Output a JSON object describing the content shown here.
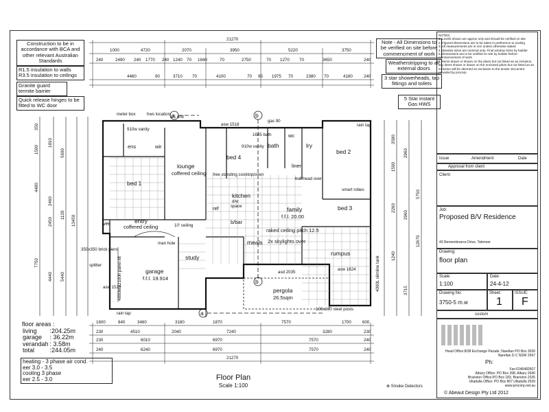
{
  "notes_left": {
    "construction": "Construction to be in accordance with BCA and other relevant Australian Standards",
    "insulation_walls": "R1.5 insulation to walls",
    "insulation_ceilings": "R3.5 insulation to ceilings",
    "termite": "Granite guard termite barrier",
    "hinges": "Quick release hinges to be fitted to WC door"
  },
  "notes_right": {
    "dimensions": "Note - All Dimensions to be verified on site before commencment of work",
    "weatherstrip": "Weatherstripping to all external doors",
    "showerheads": "3 star showerheads, tap fittings and toilets",
    "hws": "5 Star instant Gas HWS"
  },
  "notes_list": {
    "title": "NOTES:",
    "items": [
      "1. Levels shown are approx only and should be verified on site",
      "2. Figured dimensions are to be taken in preference to scaling",
      "3. All measurements are in mm unless otherwise stated",
      "4. Window sizes are nominal only. Final window sizes by builder",
      "5. Dimensions are to be verified on site by builder before commencement of work",
      "6. Items drawn or shown on the plans but not listed as an inclusion, any items shown or drawn on the enclosed plans but not listed as an inclusion will be deemed an exclusion to the tender document provided by procorp"
    ]
  },
  "dimensions": {
    "total_top": "21270",
    "row1": [
      "1000",
      "4720",
      "2070",
      "3950",
      "5220",
      "3750"
    ],
    "row2": [
      "240",
      "2490",
      "240",
      "1770",
      "240",
      "1240",
      "70",
      "1840",
      "70",
      "2750",
      "70",
      "1270",
      "70",
      "3650",
      "240"
    ],
    "row3": [
      "4460",
      "90",
      "3710",
      "70",
      "4100",
      "70",
      "95",
      "1975",
      "70",
      "2380",
      "70",
      "4180",
      "240"
    ],
    "bottom1": [
      "1600",
      "840",
      "3460",
      "3180",
      "1870",
      "7570",
      "1700",
      "600"
    ],
    "bottom2": [
      "230",
      "4510",
      "2040",
      "7240",
      "3280",
      "230"
    ],
    "bottom3": [
      "230",
      "6010",
      "6970",
      "7570",
      "240"
    ],
    "bottom4": [
      "240",
      "6240",
      "6970",
      "7570",
      "240"
    ],
    "total_bottom": "21270",
    "left": [
      "350",
      "1500",
      "1810",
      "5600",
      "4480",
      "2460",
      "1130",
      "2450",
      "5440",
      "7750",
      "4440",
      "13450"
    ],
    "right": [
      "3580",
      "2960",
      "1500",
      "5750",
      "12670",
      "2260",
      "2960",
      "1240",
      "3715"
    ]
  },
  "rooms": {
    "bed1": "bed 1",
    "lounge": "lounge",
    "lounge_sub": "coffered ceiling",
    "bed4": "bed 4",
    "bath": "bath",
    "wc": "wc",
    "lry": "lry",
    "bed2": "bed 2",
    "ens": "ens",
    "wir": "wir",
    "kitchen": "kitchen",
    "family": "family",
    "family_sub": "f.f.l. 20.00",
    "bed3": "bed 3",
    "entry": "entry",
    "entry_sub": "coffered ceiling",
    "meals": "meals",
    "meals_sub": "raked ceiling pitch 12.5",
    "skylights": "2x skylights over",
    "study": "study",
    "rumpus": "rumpus",
    "garage": "garage",
    "garage_sub": "f.f.l. 19.914",
    "pergola": "pergola",
    "pergola_sub": "26.5sqm",
    "linen": "linen",
    "ver": "ver",
    "bbar": "b/bar",
    "ref": "ref"
  },
  "annotations": {
    "meter_box": "meter box",
    "hws_location": "hws location",
    "ac_unit": "a/c unit",
    "vanity_ens": "910w vanity",
    "vanity_bath": "910w vanity",
    "smart_robes": "smart robes",
    "bulkhead": "bulkhead over",
    "cooktop": "free standing cooktop/oven",
    "dw": "d/w",
    "space": "space",
    "bricks": "350x350 brick piers",
    "splitter": "splitter",
    "panel_lift": "4800w x2100h panel lift",
    "posts": "100x100 steel posts",
    "rain_tank": "4000L slimline tank",
    "rain_tap": "rain tap",
    "asd": "asd 2035",
    "asw_bottom": "asw 1518",
    "asw_top": "asw 1518",
    "asw_1824": "asw 1824",
    "bath_1685": "1685 bath",
    "cab_90": "gas 90",
    "section_a": "a",
    "section_b": "b",
    "man_hole": "man hole",
    "ceiling_ten": "10' ceiling"
  },
  "areas": {
    "title": "floor areas :",
    "rows": [
      {
        "label": "living",
        "value": ":204.25m"
      },
      {
        "label": "garage",
        "value": ": 36.22m"
      },
      {
        "label": "verandah",
        "value": ": 3.58m"
      },
      {
        "label": "total",
        "value": ":244.05m"
      }
    ]
  },
  "heating": [
    "heating - 3 phase air cond.",
    "eer 3.0 - 3.5",
    "cooling 3 phase",
    "eer 2.5 - 3.0"
  ],
  "plan_title": "Floor Plan",
  "plan_scale": "Scale 1:100",
  "smoke": "Smoke Detectors",
  "title_block": {
    "issue": "Issue",
    "amendment": "Amendment",
    "date": "Date",
    "approval": "Approval from client",
    "client_label": "Client:",
    "job_label": "Job:",
    "job": "Proposed B/V Residence",
    "address": "43 Remembrance Drive, Tahmoor",
    "drawing_label": "Drawing:",
    "drawing": "floor plan",
    "scale_label": "Scale:",
    "scale": "1:100",
    "date_label": "Date:",
    "date_value": "24-4-12",
    "drawing_no_label": "Drawing No:",
    "drawing_no": "3750-5 m.w",
    "sheet_label": "Sheet:",
    "sheet": "1",
    "issue_label": "ISSUE:",
    "issue_value": "F",
    "custom": "custom",
    "head_office": "Head Office:8/38 Exchange Parade, Narellan PO Box 3036 Narellan D.C NSW 2567",
    "ph": "Ph:",
    "fax": "Fax:0246482607",
    "albury": "Albury Office: PO Box 398, Albury 2640",
    "branxton": "Branxton Office:PO Box 183, Branxton 2335",
    "ulladulla": "Ulladulla Office: PO Box 807 Ulladulla 2539",
    "web": "www.procorp.net.au",
    "copyright": "© Abeaut Design Pty Ltd 2012"
  }
}
